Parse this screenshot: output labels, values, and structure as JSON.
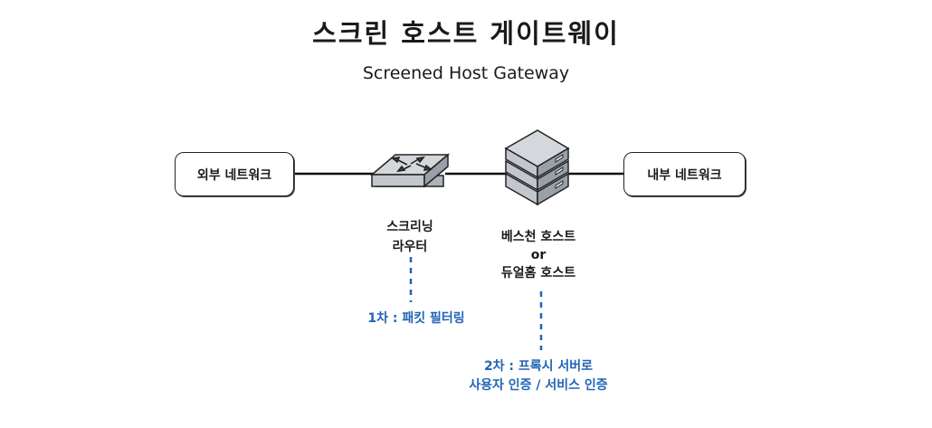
{
  "title": "스크린 호스트 게이트웨이",
  "subtitle": "Screened Host Gateway",
  "nodes": {
    "external_network": "외부 네트워크",
    "internal_network": "내부 네트워크",
    "router_line1": "스크리닝",
    "router_line2": "라우터",
    "bastion_line1": "베스천 호스트",
    "bastion_line2": "or",
    "bastion_line3": "듀얼홈 호스트"
  },
  "annotations": {
    "first": "1차 : 패킷 필터링",
    "second_line1": "2차 : 프록시 서버로",
    "second_line2": "사용자 인증 / 서비스 인증"
  },
  "colors": {
    "annotation": "#2265b5",
    "device_fill": "#d4d7dc",
    "outline": "#222222"
  },
  "icons": [
    "router-icon",
    "server-stack-icon"
  ]
}
